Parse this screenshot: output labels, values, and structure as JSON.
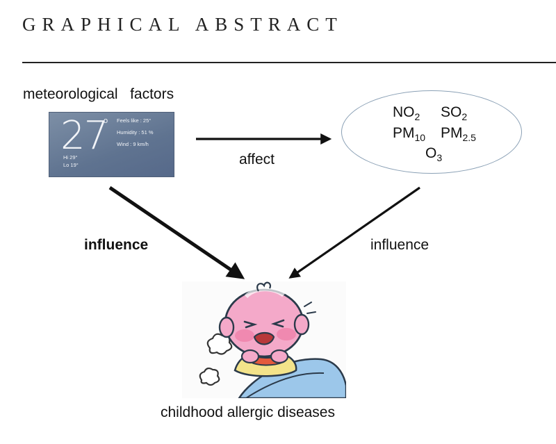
{
  "header": {
    "title": "GRAPHICAL ABSTRACT"
  },
  "meteorological": {
    "label": "meteorological   factors",
    "widget": {
      "temperature": "27",
      "degree_symbol": "o",
      "feels_like": "Feels like : 25°",
      "humidity": "Humidity : 51 %",
      "wind": "Wind : 9 km/h",
      "hi": "Hi 29°",
      "lo": "Lo 19°"
    }
  },
  "pollutants": {
    "no2": {
      "base": "NO",
      "sub": "2"
    },
    "so2": {
      "base": "SO",
      "sub": "2"
    },
    "pm10": {
      "base": "PM",
      "sub": "10"
    },
    "pm25": {
      "base": "PM",
      "sub": "2.5"
    },
    "o3": {
      "base": "O",
      "sub": "3"
    }
  },
  "arrows": {
    "affect": "affect",
    "influence_left": "influence",
    "influence_right": "influence"
  },
  "outcome": {
    "label": "childhood allergic diseases",
    "illustration_icon": "sick-baby-illustration"
  },
  "colors": {
    "widget_bg": "#61748f",
    "ellipse_border": "#8aa0b5",
    "arrow": "#111111"
  }
}
